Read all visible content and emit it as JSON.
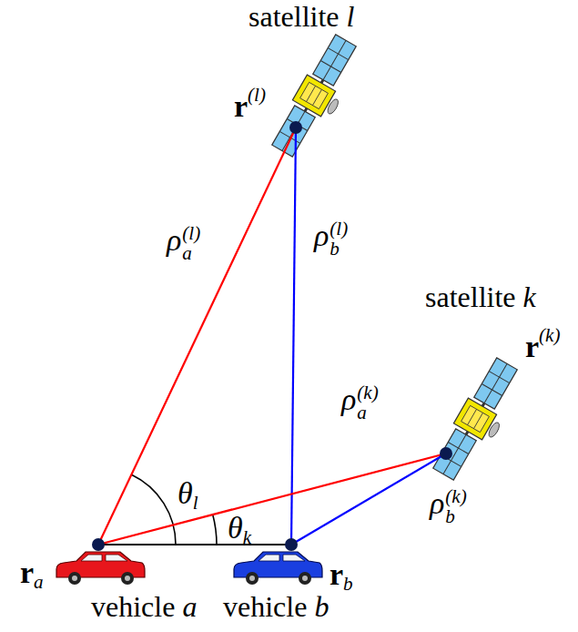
{
  "diagram": {
    "nodes": [
      {
        "text": [
          "satellite l",
          "r(l)"
        ]
      },
      {
        "text": [
          "satellite k",
          "r(k)"
        ]
      },
      {
        "text": [
          "ra",
          "vehicle a"
        ]
      },
      {
        "text": [
          "rb",
          "vehicle b"
        ]
      }
    ],
    "edges": [
      {
        "from": 2,
        "to": 0,
        "arrow": "none",
        "label": "ρa(l)"
      },
      {
        "from": 3,
        "to": 0,
        "arrow": "none",
        "label": "ρb(l)"
      },
      {
        "from": 2,
        "to": 1,
        "arrow": "none",
        "label": "ρa(k)"
      },
      {
        "from": 3,
        "to": 1,
        "arrow": "none",
        "label": "ρb(k)"
      },
      {
        "from": 2,
        "to": 3,
        "arrow": "none"
      }
    ],
    "labels": [
      "θl",
      "θk"
    ]
  }
}
